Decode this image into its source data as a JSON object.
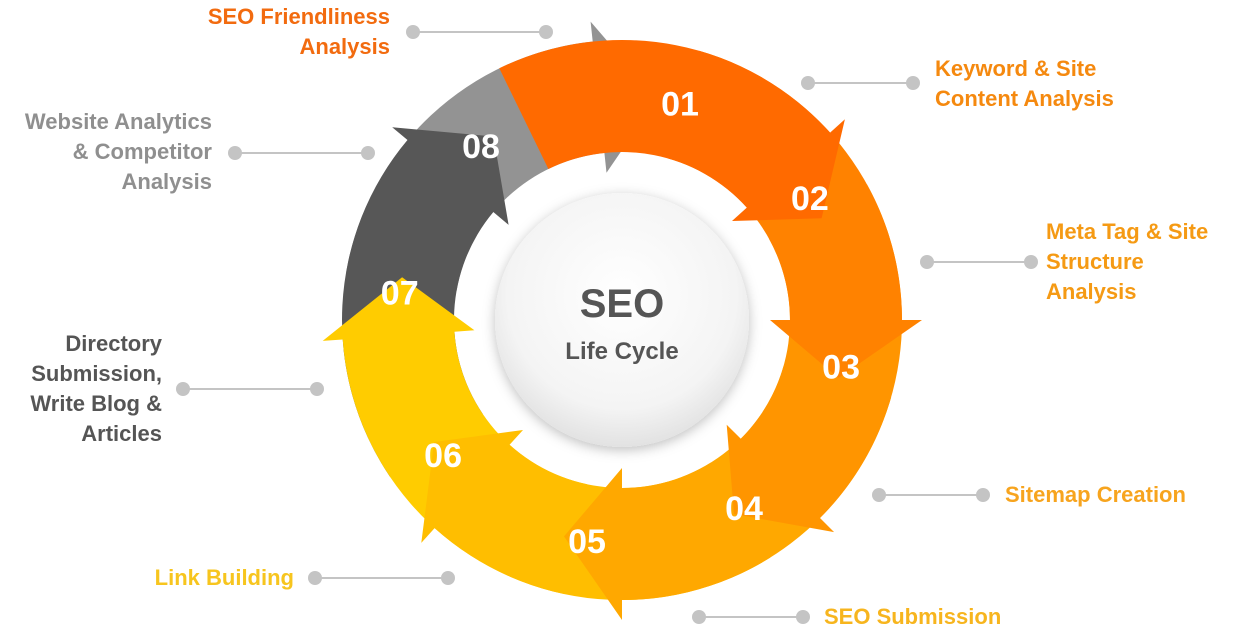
{
  "center": {
    "title": "SEO",
    "subtitle": "Life Cycle"
  },
  "colors": {
    "s01": "#FF6A00",
    "s02": "#FF8200",
    "s03": "#FF9500",
    "s04": "#FFA800",
    "s05": "#FFBE00",
    "s06": "#FFCC00",
    "s07": "#575757",
    "s08": "#939393",
    "connector": "#C4C4C4"
  },
  "steps": [
    {
      "number": "01",
      "label_lines": [
        "SEO Friendliness",
        "Analysis"
      ],
      "label_color": "#F26B0F"
    },
    {
      "number": "02",
      "label_lines": [
        "Keyword & Site",
        "Content Analysis"
      ],
      "label_color": "#F5890F"
    },
    {
      "number": "03",
      "label_lines": [
        "Meta Tag & Site",
        "Structure",
        "Analysis"
      ],
      "label_color": "#F59A14"
    },
    {
      "number": "04",
      "label_lines": [
        "Sitemap Creation"
      ],
      "label_color": "#F7A41E"
    },
    {
      "number": "05",
      "label_lines": [
        "SEO Submission"
      ],
      "label_color": "#F7B51E"
    },
    {
      "number": "06",
      "label_lines": [
        "Link Building"
      ],
      "label_color": "#F7C51E"
    },
    {
      "number": "07",
      "label_lines": [
        "Directory",
        "Submission,",
        "Write Blog &",
        "Articles"
      ],
      "label_color": "#555555"
    },
    {
      "number": "08",
      "label_lines": [
        "Website Analytics",
        "& Competitor",
        "Analysis"
      ],
      "label_color": "#8F8F8F"
    }
  ]
}
